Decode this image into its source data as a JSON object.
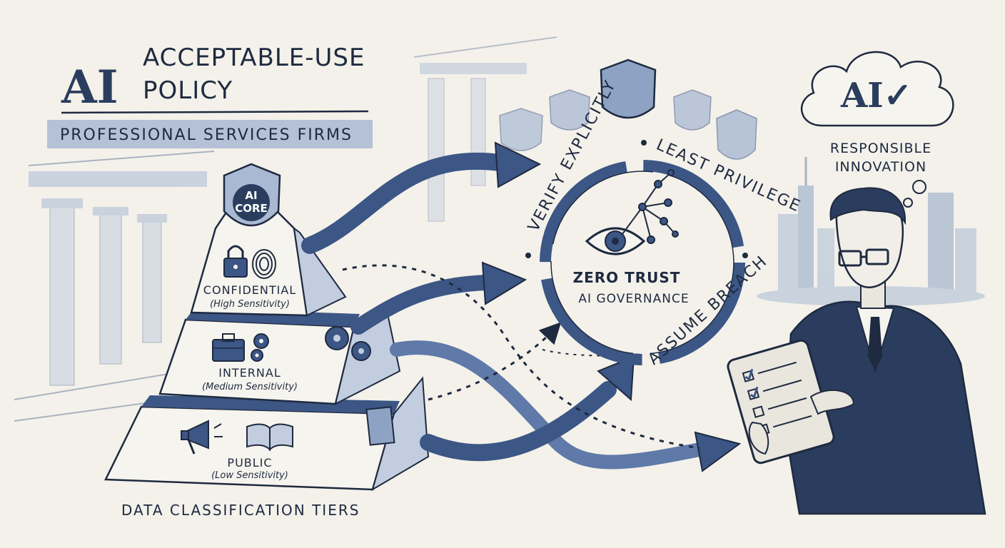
{
  "header": {
    "title_ai": "AI",
    "title_line1": "ACCEPTABLE-USE",
    "title_line2": "POLICY",
    "subtitle": "PROFESSIONAL SERVICES FIRMS"
  },
  "pyramid": {
    "badge_line1": "AI",
    "badge_line2": "CORE",
    "tiers": [
      {
        "name": "CONFIDENTIAL",
        "sensitivity": "(High Sensitivity)"
      },
      {
        "name": "INTERNAL",
        "sensitivity": "(Medium Sensitivity)"
      },
      {
        "name": "PUBLIC",
        "sensitivity": "(Low Sensitivity)"
      }
    ],
    "footer": "DATA CLASSIFICATION TIERS"
  },
  "zero_trust": {
    "principles": {
      "verify": "VERIFY EXPLICITLY",
      "least": "LEAST PRIVILEGE",
      "breach": "ASSUME BREACH"
    },
    "center_line1": "ZERO TRUST",
    "center_line2": "AI GOVERNANCE"
  },
  "innovation": {
    "cloud_text": "AI✓",
    "caption_line1": "RESPONSIBLE",
    "caption_line2": "INNOVATION"
  },
  "colors": {
    "ink": "#1e2a40",
    "wash": "#3c5685",
    "wash_light": "#a9b9d3",
    "paper": "#f3f1ea"
  },
  "icons": [
    "lock-icon",
    "fingerprint-icon",
    "briefcase-icon",
    "gears-icon",
    "megaphone-icon",
    "book-icon",
    "shield-icon",
    "eye-network-icon",
    "cloud-icon",
    "checklist-tablet-icon"
  ]
}
